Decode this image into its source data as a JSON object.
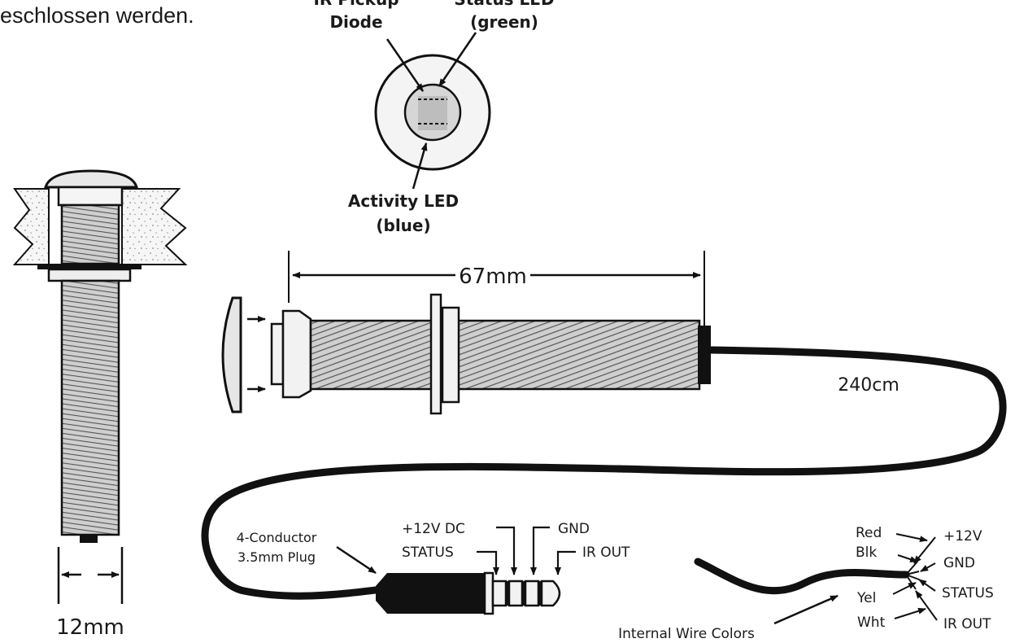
{
  "header_text": "eschlossen werden.",
  "sensor_face": {
    "ir_label_line1": "IR Pickup",
    "ir_label_line2": "Diode",
    "status_label_line1": "Status LED",
    "status_label_line2": "(green)",
    "activity_label_line1": "Activity LED",
    "activity_label_line2": "(blue)"
  },
  "dimensions": {
    "length": "67mm",
    "diameter": "12mm",
    "cable": "240cm"
  },
  "plug": {
    "label_line1": "4-Conductor",
    "label_line2": "3.5mm Plug",
    "pin_12v": "+12V DC",
    "pin_status": "STATUS",
    "pin_gnd": "GND",
    "pin_ir": "IR OUT"
  },
  "wires": {
    "caption": "Internal Wire Colors",
    "colors": [
      "Red",
      "Blk",
      "Yel",
      "Wht"
    ],
    "signals": [
      "+12V",
      "GND",
      "STATUS",
      "IR OUT"
    ]
  }
}
